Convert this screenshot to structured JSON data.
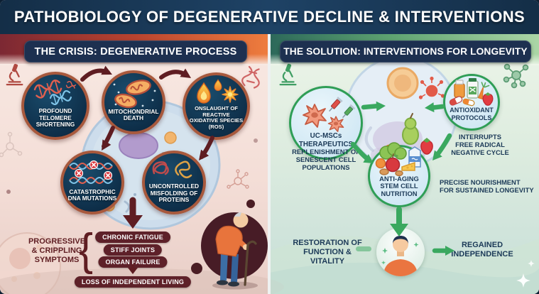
{
  "header": {
    "title": "PATHOBIOLOGY OF DEGENERATIVE DECLINE & INTERVENTIONS"
  },
  "panels": {
    "crisis": {
      "title": "THE CRISIS: DEGENERATIVE PROCESS",
      "nodes": [
        {
          "label": "PROFOUND\nTELOMERE\nSHORTENING",
          "icon": "dna-strands-icon"
        },
        {
          "label": "MITOCHONDRIAL\nDEATH",
          "icon": "mitochondria-icon"
        },
        {
          "label": "ONSLAUGHT OF\nREACTIVE\nOXIDATIVE SPECIES\n(ROS)",
          "icon": "flames-burst-icon"
        },
        {
          "label": "CATASTROPHIC\nDNA MUTATIONS",
          "icon": "mutated-dna-icon"
        },
        {
          "label": "UNCONTROLLED\nMISFOLDING OF\nPROTEINS",
          "icon": "tangled-proteins-icon"
        }
      ],
      "symptoms": {
        "label": "PROGRESSIVE\n& CRIPPLING\nSYMPTOMS",
        "brace": "{",
        "items": [
          "CHRONIC FATIGUE",
          "STIFF JOINTS",
          "ORGAN FAILURE"
        ],
        "outcome": "LOSS OF INDEPENDENT LIVING"
      },
      "corner_icons": [
        "microscope-icon",
        "dna-icon"
      ]
    },
    "solution": {
      "title": "THE SOLUTION: INTERVENTIONS FOR LONGEVITY",
      "nodes": [
        {
          "label": "UC-MSCs\nTHERAPEUTICS",
          "caption": "REPLENISHMENT OF\nSENESCENT CELL\nPOPULATIONS",
          "icon": "stem-cells-syringes-icon"
        },
        {
          "label": "ANTIOXIDANT\nPROTOCOLS",
          "caption": "INTERRUPTS\nFREE RADICAL\nNEGATIVE CYCLE",
          "icon": "supplements-produce-icon"
        },
        {
          "label": "ANTI-AGING\nSTEM CELL\nNUTRITION",
          "caption": "PRECISE NOURISHMENT\nFOR SUSTAINED LONGEVITY",
          "icon": "healthy-foods-icon"
        }
      ],
      "results": {
        "restoration": "RESTORATION OF\nFUNCTION &\nVITALITY",
        "independence": "REGAINED\nINDEPENDENCE"
      },
      "corner_icons": [
        "microscope-icon",
        "molecule-icon"
      ]
    }
  },
  "colors": {
    "header-bg": "#13293f",
    "badge-bg": "#1d3050",
    "crisis-accent": "#5f1d22",
    "crisis-pill": "#5e2129",
    "crisis-band-start": "#7c2833",
    "crisis-band-end": "#ef7d3e",
    "copper-border": "#a8593d",
    "solution-accent": "#2f9e56",
    "solution-text": "#1c3a58",
    "solution-band-start": "#2c685a",
    "solution-band-end": "#abd6a6"
  }
}
